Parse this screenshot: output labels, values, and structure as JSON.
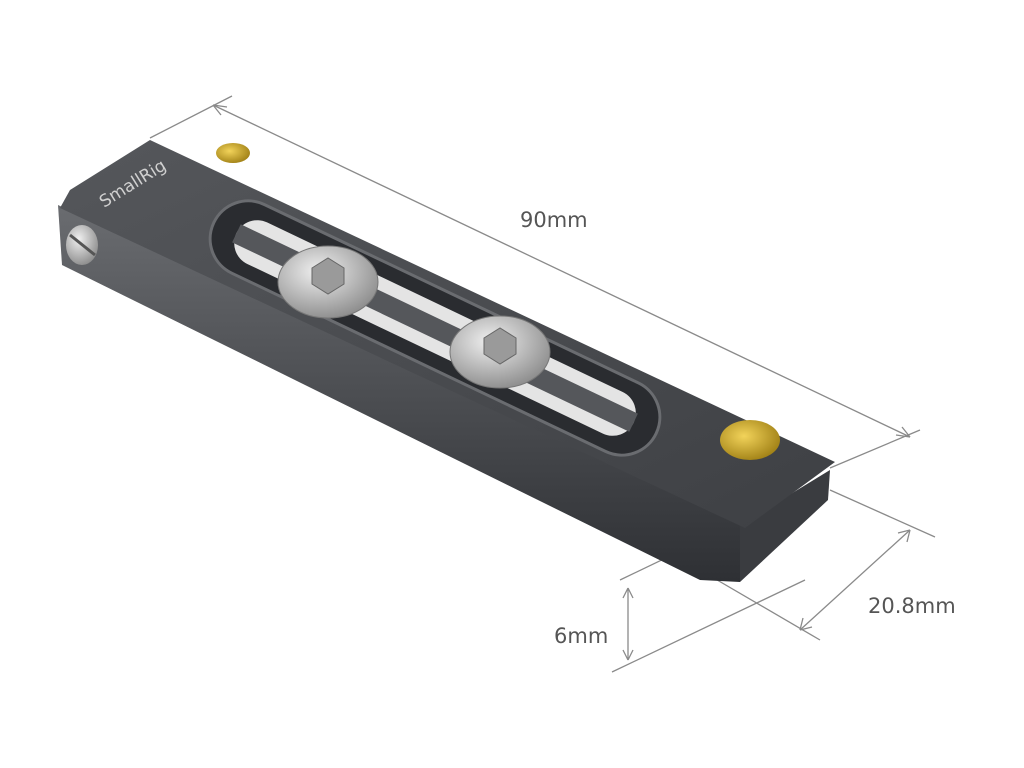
{
  "product": {
    "brand_logo": "SmallRig"
  },
  "dimensions": {
    "length": "90mm",
    "width": "20.8mm",
    "height": "6mm"
  },
  "colors": {
    "body": "#4a4c50",
    "pin": "#c9a21a",
    "screw": "#c8c8c8",
    "dimension_line": "#888888"
  }
}
